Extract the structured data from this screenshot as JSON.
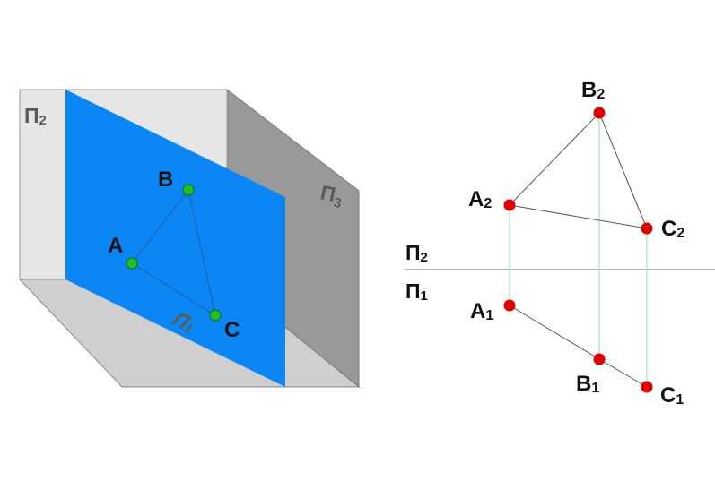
{
  "colors": {
    "frontal_plane": "#e6e6e6",
    "profile_plane": "#999999",
    "horizontal_plane": "#cfcfcf",
    "oblique_plane": "#0a86f5",
    "point_3d": "#22c022",
    "point_projection": "#e00000",
    "link_line": "#8fdcac",
    "axis_line": "#888888",
    "edge_line": "#7a7a7a"
  },
  "scene": {
    "plane_labels": {
      "p2": {
        "base": "П",
        "sub": "2"
      },
      "p3": {
        "base": "П",
        "sub": "3"
      },
      "p1": {
        "base": "П",
        "sub": "1"
      }
    },
    "points": {
      "A": "A",
      "B": "B",
      "C": "C"
    }
  },
  "epure": {
    "axis_labels": {
      "upper": {
        "base": "П",
        "sub": "2"
      },
      "lower": {
        "base": "П",
        "sub": "1"
      }
    },
    "points": {
      "A2": {
        "base": "A",
        "sub": "2"
      },
      "B2": {
        "base": "B",
        "sub": "2"
      },
      "C2": {
        "base": "C",
        "sub": "2"
      },
      "A1": {
        "base": "A",
        "sub": "1"
      },
      "B1": {
        "base": "B",
        "sub": "1"
      },
      "C1": {
        "base": "C",
        "sub": "1"
      }
    }
  }
}
